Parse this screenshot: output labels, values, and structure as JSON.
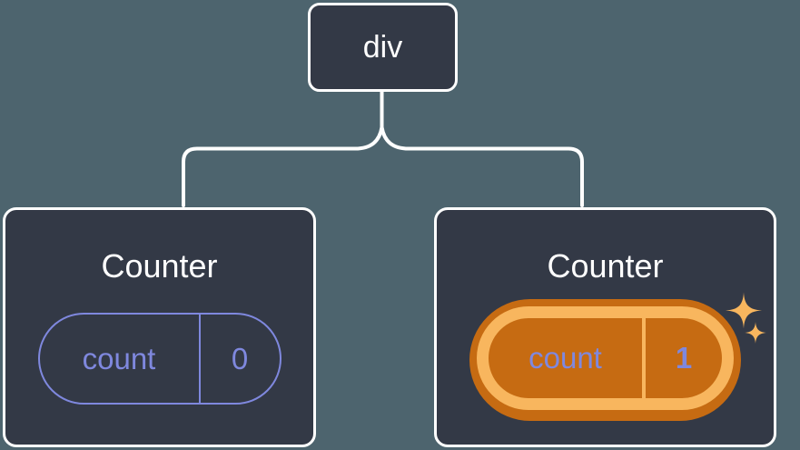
{
  "diagram": {
    "root_node": {
      "label": "div"
    },
    "children": [
      {
        "title": "Counter",
        "state_key": "count",
        "state_value": "0",
        "highlighted": false
      },
      {
        "title": "Counter",
        "state_key": "count",
        "state_value": "1",
        "highlighted": true
      }
    ]
  },
  "colors": {
    "background": "#4d646e",
    "card_background": "#333946",
    "card_border": "#ffffff",
    "connector": "#ffffff",
    "state_accent_purple": "#7f88de",
    "highlight_orange_dark": "#c66b12",
    "highlight_orange_light": "#f8b65e"
  },
  "icons": {
    "sparkles": {
      "name": "sparkles-icon",
      "shape": "two four-point stars",
      "color": "#f8b65e"
    }
  }
}
